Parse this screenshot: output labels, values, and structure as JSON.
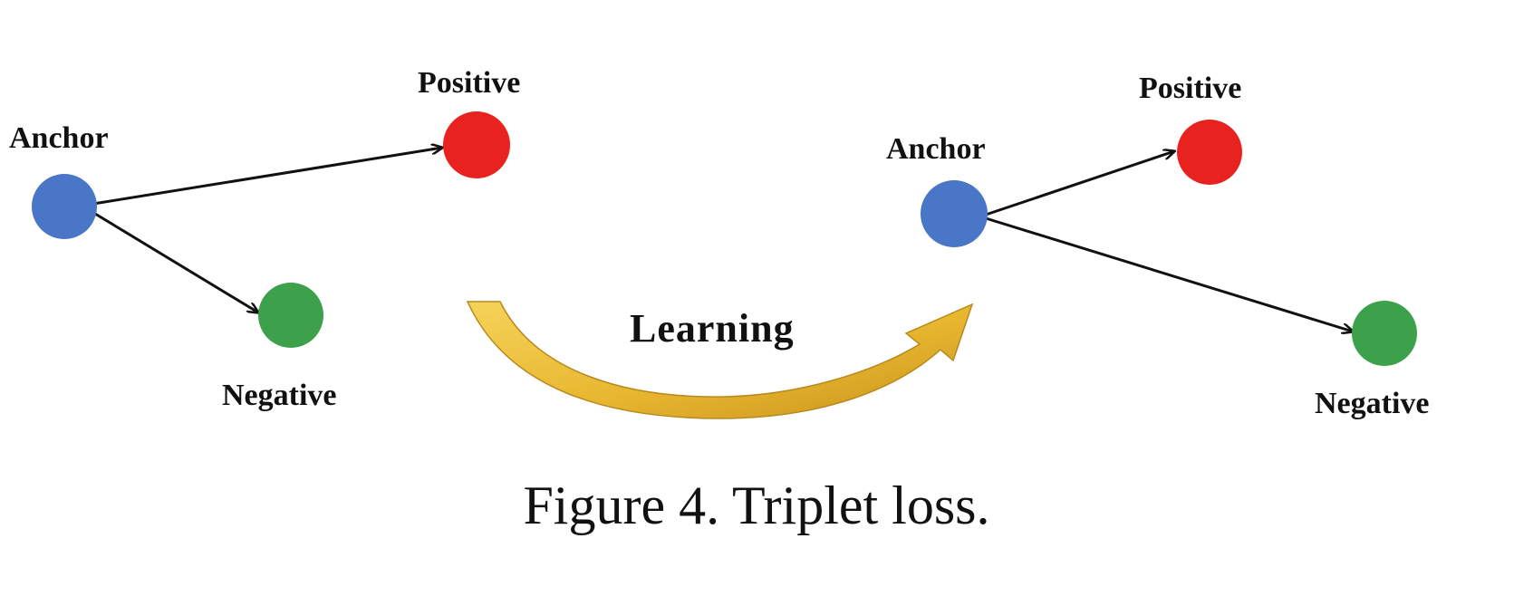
{
  "labels": {
    "left_anchor": "Anchor",
    "left_positive": "Positive",
    "left_negative": "Negative",
    "learning": "Learning",
    "right_anchor": "Anchor",
    "right_positive": "Positive",
    "right_negative": "Negative"
  },
  "caption": "Figure 4. Triplet loss.",
  "colors": {
    "anchor": "#4a76c8",
    "positive": "#e8231f",
    "negative": "#3da04a",
    "learning_arrow": "#e8b730",
    "edge": "#111111"
  }
}
